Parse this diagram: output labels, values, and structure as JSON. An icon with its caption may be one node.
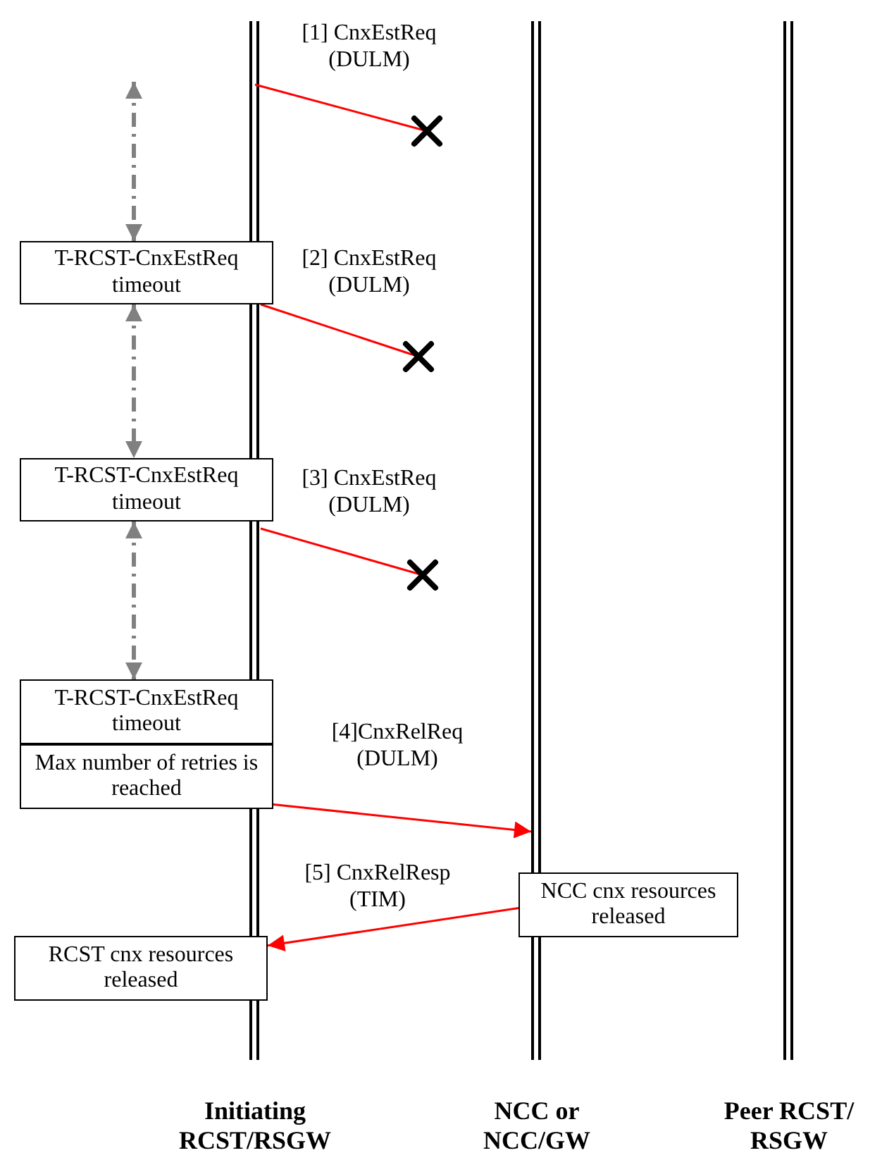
{
  "diagram": {
    "nodes": [
      {
        "text": [
          "Initiating RCST/RSGW"
        ]
      },
      {
        "text": [
          "NCC or NCC/GW"
        ]
      },
      {
        "text": [
          "Peer RCST/ RSGW"
        ]
      },
      {
        "text": [
          "T-RCST-CnxEstReq timeout"
        ]
      },
      {
        "text": [
          "T-RCST-CnxEstReq timeout"
        ]
      },
      {
        "text": [
          "T-RCST-CnxEstReq timeout"
        ]
      },
      {
        "text": [
          "Max number of retries is reached"
        ]
      },
      {
        "text": [
          "NCC cnx resources released"
        ]
      },
      {
        "text": [
          "RCST cnx resources released"
        ]
      },
      {
        "text": [],
        "shape": "cross"
      },
      {
        "text": [],
        "shape": "cross"
      },
      {
        "text": [],
        "shape": "cross"
      }
    ],
    "edges": [
      {
        "from": 0,
        "to": 3,
        "arrow": "both",
        "style": "dashed",
        "color": "#808080"
      },
      {
        "from": 0,
        "to": 9,
        "arrow": "none",
        "label": "[1] CnxEstReq (DULM)"
      },
      {
        "from": 3,
        "to": 4,
        "arrow": "both",
        "style": "dashed",
        "color": "#808080"
      },
      {
        "from": 0,
        "to": 10,
        "arrow": "none",
        "label": "[2] CnxEstReq (DULM)"
      },
      {
        "from": 4,
        "to": 5,
        "arrow": "both",
        "style": "dashed",
        "color": "#808080"
      },
      {
        "from": 0,
        "to": 11,
        "arrow": "none",
        "label": "[3] CnxEstReq (DULM)"
      },
      {
        "from": 6,
        "to": 1,
        "arrow": "to",
        "label": "[4]CnxRelReq (DULM)"
      },
      {
        "from": 7,
        "to": 8,
        "arrow": "to",
        "label": "[5] CnxRelResp (TIM)"
      }
    ]
  }
}
